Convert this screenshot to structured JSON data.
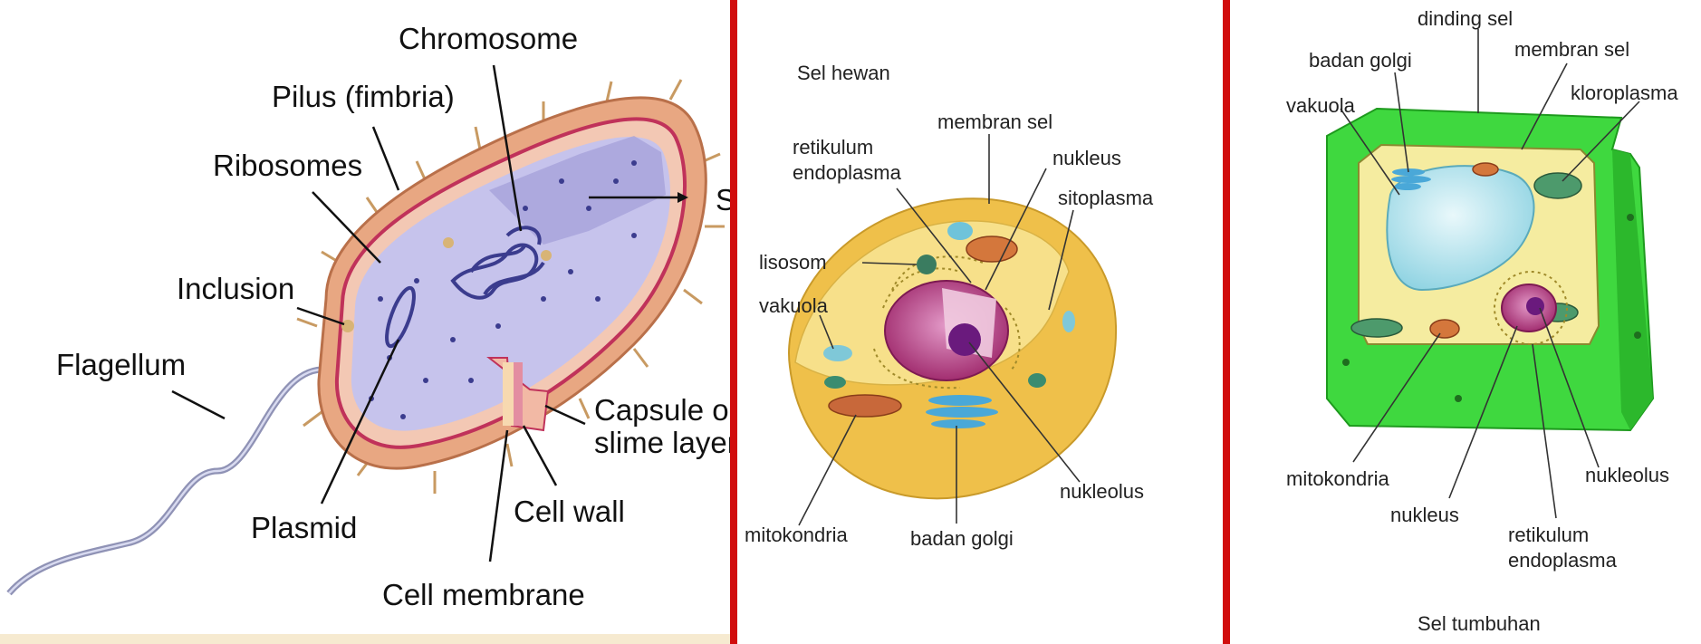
{
  "colors": {
    "background": "#f6ead0",
    "divider": "#d10d0d",
    "panel_bg": "#ffffff",
    "plant_wall": "#3fd83f",
    "animal_cytoplasm": "#f7e08a",
    "nucleus": "#b0307a",
    "bacteria_wall": "#e8a782",
    "bacteria_cytoplasm": "#c6c3ec"
  },
  "bacteria": {
    "labels": {
      "chromosome": "Chromosome",
      "pilus": "Pilus (fimbria)",
      "ribosomes": "Ribosomes",
      "inclusion": "Inclusion",
      "flagellum": "Flagellum",
      "plasmid": "Plasmid",
      "cell_membrane": "Cell membrane",
      "cell_wall": "Cell wall",
      "capsule_line1": "Capsule or",
      "capsule_line2": "slime layer",
      "cutoff": "S"
    }
  },
  "animal": {
    "title": "Sel hewan",
    "labels": {
      "membran_sel": "membran sel",
      "retikulum_line1": "retikulum",
      "retikulum_line2": "endoplasma",
      "nukleus": "nukleus",
      "sitoplasma": "sitoplasma",
      "lisosom": "lisosom",
      "vakuola": "vakuola",
      "mitokondria": "mitokondria",
      "badan_golgi": "badan golgi",
      "nukleolus": "nukleolus"
    }
  },
  "plant": {
    "title": "Sel tumbuhan",
    "labels": {
      "dinding_sel": "dinding sel",
      "badan_golgi": "badan golgi",
      "membran_sel": "membran sel",
      "vakuola": "vakuola",
      "kloroplasma": "kloroplasma",
      "mitokondria": "mitokondria",
      "nukleus": "nukleus",
      "nukleolus": "nukleolus",
      "retikulum_line1": "retikulum",
      "retikulum_line2": "endoplasma"
    }
  }
}
